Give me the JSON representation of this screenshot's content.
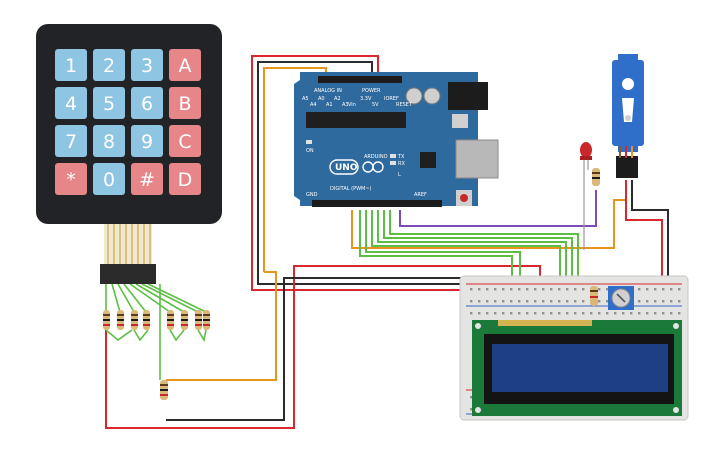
{
  "colors": {
    "keypad_body": "#222326",
    "key_number": "#8ec5e2",
    "key_letter": "#e68688",
    "arduino_board": "#2f6a9e",
    "lcd_screen": "#1f3f84",
    "lcd_board": "#1b7a3a",
    "breadboard": "#e4e4e2",
    "wire_red": "#d8282e",
    "wire_black": "#2b2b2b",
    "wire_orange": "#e7951f",
    "wire_green": "#5cbf43",
    "wire_purple": "#7b4cb7",
    "led_red": "#c8282b",
    "servo_body": "#2f6fc9"
  },
  "keypad": {
    "keys": [
      "1",
      "2",
      "3",
      "A",
      "4",
      "5",
      "6",
      "B",
      "7",
      "8",
      "9",
      "C",
      "*",
      "0",
      "#",
      "D"
    ]
  },
  "arduino": {
    "logo": "UNO",
    "brand": "ARDUINO",
    "label_analog": "ANALOG IN",
    "label_power": "POWER",
    "label_digital": "DIGITAL (PWM~)",
    "label_tx": "TX",
    "label_rx": "RX",
    "label_on": "ON",
    "label_l": "L",
    "label_aref": "AREF",
    "label_gnd": "GND",
    "label_ioref": "IOREF",
    "label_reset": "RESET",
    "label_3v3": "3.3V",
    "label_5v": "5V",
    "label_vin": "Vin",
    "label_a0": "A0",
    "label_a1": "A1",
    "label_a2": "A2",
    "label_a3": "A3",
    "label_a4": "A4",
    "label_a5": "A5"
  }
}
